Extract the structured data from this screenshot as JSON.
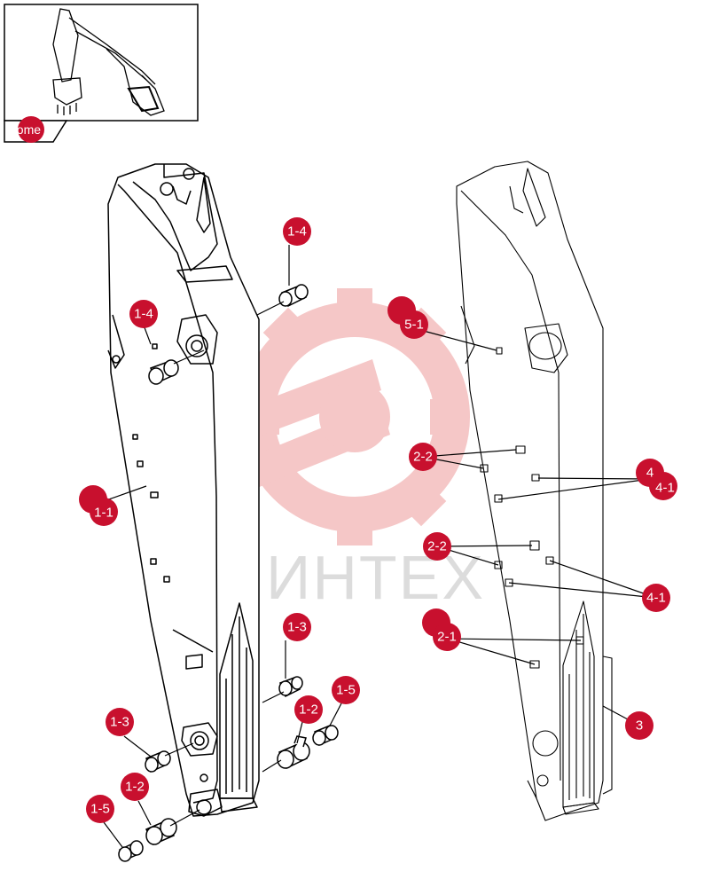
{
  "home_button": {
    "label": "home"
  },
  "watermark": {
    "text": "ИНТЕХ"
  },
  "colors": {
    "callout": "#c8102e",
    "line": "#000000",
    "watermark_gear": "#f3b8b8",
    "watermark_text": "#d9d9d9"
  },
  "callouts": [
    {
      "id": "c-1-4-top",
      "label": "1-4"
    },
    {
      "id": "c-1-4-left",
      "label": "1-4"
    },
    {
      "id": "c-1-1",
      "label": "1-1"
    },
    {
      "id": "c-1-3-right",
      "label": "1-3"
    },
    {
      "id": "c-1-2-right",
      "label": "1-2"
    },
    {
      "id": "c-1-5-right",
      "label": "1-5"
    },
    {
      "id": "c-1-3-left",
      "label": "1-3"
    },
    {
      "id": "c-1-2-left",
      "label": "1-2"
    },
    {
      "id": "c-1-5-left",
      "label": "1-5"
    },
    {
      "id": "c-5-1",
      "label": "5-1"
    },
    {
      "id": "c-2-2-top",
      "label": "2-2"
    },
    {
      "id": "c-4",
      "label": "4"
    },
    {
      "id": "c-4-1-top",
      "label": "4-1"
    },
    {
      "id": "c-2-2-mid",
      "label": "2-2"
    },
    {
      "id": "c-4-1-mid",
      "label": "4-1"
    },
    {
      "id": "c-2-1",
      "label": "2-1"
    },
    {
      "id": "c-3",
      "label": "3"
    }
  ]
}
